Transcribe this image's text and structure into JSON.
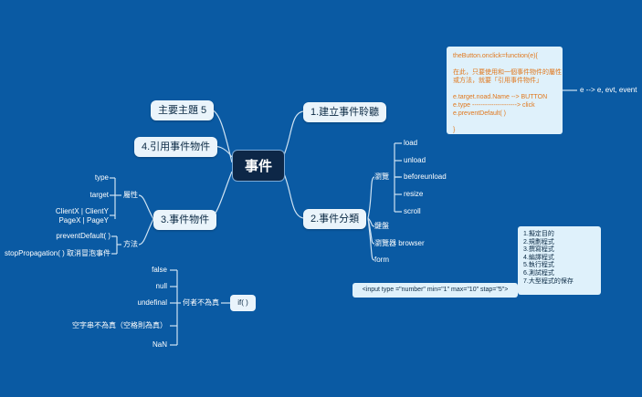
{
  "center": {
    "title": "事件"
  },
  "branches": {
    "b1": "1.建立事件聆聽",
    "b2": "2.事件分類",
    "b3": "3.事件物件",
    "b4": "4.引用事件物件",
    "b5": "主要主題 5"
  },
  "note": {
    "line1": "theButton.onclick=function(e){",
    "line2": "在此，只要使用和一個事件物件的屬性",
    "line3": "或方法，就要「引用事件物件」",
    "line4": "e.target.noad.Name  --> BUTTON",
    "line5": "e.type ---------------------> click",
    "line6": "e.preventDefault(    )",
    "line7": "}"
  },
  "alias": "e --> e, evt, event",
  "b2_children": {
    "browser_window": "瀏覽",
    "load": "load",
    "unload": "unload",
    "beforeunload": "beforeunload",
    "resize": "resize",
    "scroll": "scroll",
    "keyboard": "鍵盤",
    "browser": "瀏覽器 browser",
    "form": "form"
  },
  "input_example": "<input type =\"number\" min=\"1\" max=\"10\" stap=\"5\">",
  "steps": {
    "s1": "1.擬定目的",
    "s2": "2.規劃程式",
    "s3": "3.撰寫程式",
    "s4": "4.編譯程式",
    "s5": "5.執行程式",
    "s6": "6.測試程式",
    "s7": "7.大型程式的保存"
  },
  "b3_children": {
    "attr": "屬性",
    "type": "type",
    "target": "target",
    "client": "ClientX | ClientY",
    "page": "PageX | PageY",
    "method": "方法",
    "prevent": "preventDefault(    )",
    "stop": "stopPropagation(    ) 取消冒泡事件"
  },
  "if_group": {
    "if_label": "if(    )",
    "falsy": "何者不為真",
    "false": "false",
    "null": "null",
    "undefinal": "undefinal",
    "empty": "空字串不為真（空格則為真）",
    "nan": "NaN"
  }
}
